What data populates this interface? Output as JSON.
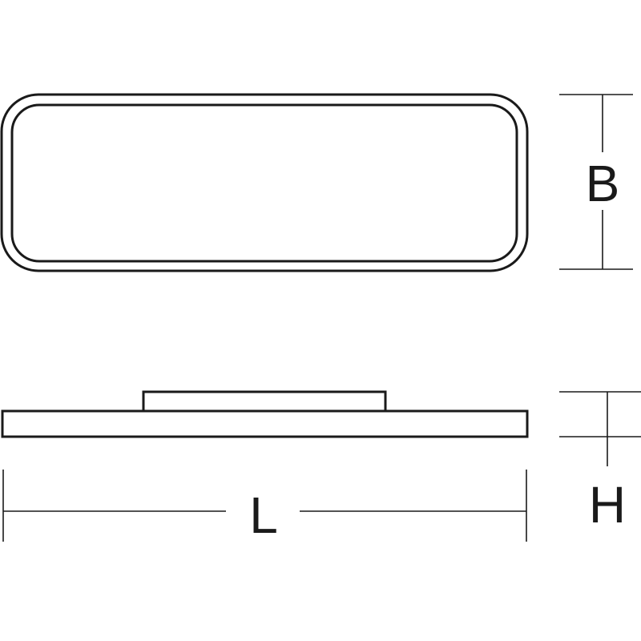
{
  "dimensions": {
    "width_label": "B",
    "length_label": "L",
    "height_label": "H"
  },
  "colors": {
    "line": "#1a1a1a",
    "background": "#ffffff"
  }
}
